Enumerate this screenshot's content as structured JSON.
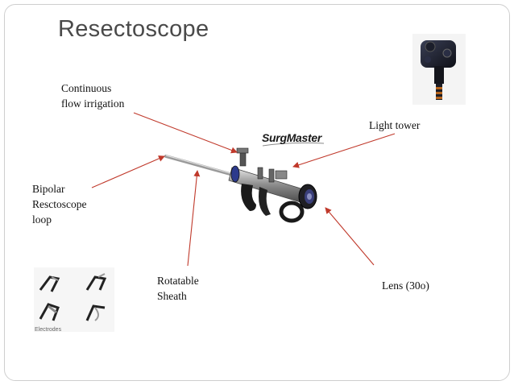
{
  "slide": {
    "title": "Resectoscope"
  },
  "labels": {
    "continuous_flow": [
      "Continuous",
      "flow irrigation"
    ],
    "light_tower": "Light tower",
    "bipolar_loop": [
      "Bipolar",
      "Resctoscope",
      "loop"
    ],
    "rotatable_sheath": [
      "Rotatable",
      "Sheath"
    ],
    "lens": "Lens (30o)"
  },
  "images": {
    "brand_text": "SurgMaster",
    "electrodes_caption": "Electrodes"
  },
  "colors": {
    "arrow": "#c0392b",
    "title": "#4a4a4a"
  }
}
